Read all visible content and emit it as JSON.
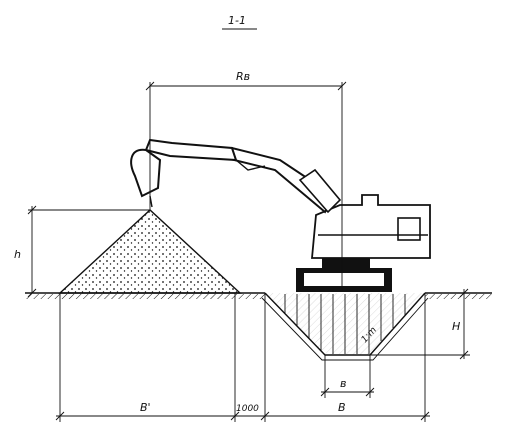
{
  "diagram": {
    "section_title": "1-1",
    "labels": {
      "reach_radius": "Rв",
      "pile_height": "h",
      "pit_depth": "H",
      "slope": "1:m",
      "bottom_width": "в",
      "top_width": "B",
      "pile_width": "B'",
      "gap": "1000"
    }
  }
}
